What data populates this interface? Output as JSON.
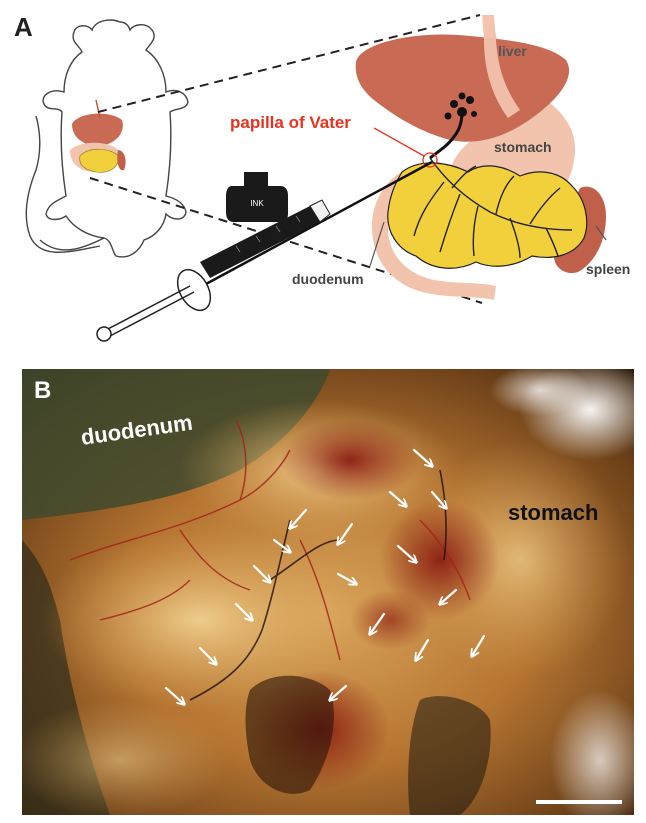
{
  "panels": {
    "a": {
      "letter": "A",
      "labels": {
        "liver": "liver",
        "papilla": "papilla of Vater",
        "stomach": "stomach",
        "duodenum": "duodenum",
        "spleen": "spleen",
        "ink": "INK"
      }
    },
    "b": {
      "letter": "B",
      "labels": {
        "duodenum": "duodenum",
        "stomach": "stomach"
      },
      "arrow_count": 17,
      "has_scale_bar": true
    }
  },
  "colors": {
    "liver": "#c96a55",
    "pancreas": "#f2d03b",
    "tissue_pink": "#f2c3ad",
    "spleen": "#c0604a",
    "label_red": "#e8321e",
    "label_gray": "#555555",
    "ink_black": "#111111"
  },
  "icons": {
    "mouse": "mouse-outline-icon",
    "ink_bottle": "ink-bottle-icon",
    "syringe": "syringe-icon",
    "arrow": "white-arrow-icon"
  }
}
